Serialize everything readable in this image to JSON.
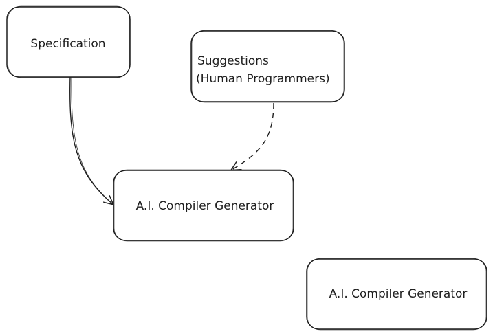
{
  "diagram": {
    "nodes": [
      {
        "id": "specification",
        "label_lines": [
          "Specification"
        ]
      },
      {
        "id": "suggestions",
        "label_lines": [
          "Suggestions",
          "(Human Programmers)"
        ]
      },
      {
        "id": "compiler_generator_1",
        "label_lines": [
          "A.I. Compiler Generator"
        ]
      },
      {
        "id": "compiler_generator_2",
        "label_lines": [
          "A.I. Compiler Generator"
        ]
      }
    ],
    "edges": [
      {
        "from": "specification",
        "to": "compiler_generator_1",
        "style": "solid"
      },
      {
        "from": "suggestions",
        "to": "compiler_generator_1",
        "style": "dashed"
      }
    ],
    "colors": {
      "stroke": "#1e1e1e",
      "text": "#1e1e1e",
      "background": "#ffffff"
    }
  }
}
